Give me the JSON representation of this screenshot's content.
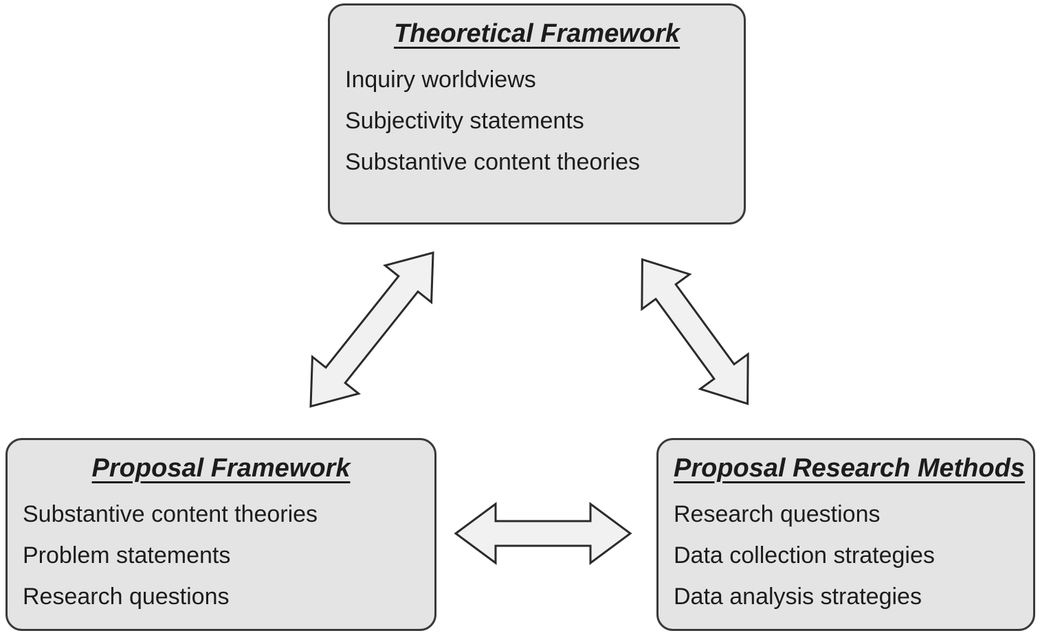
{
  "diagram": {
    "boxes": {
      "theoretical": {
        "title": "Theoretical Framework",
        "items": [
          "Inquiry worldviews",
          "Subjectivity statements",
          "Substantive content theories"
        ]
      },
      "proposal_framework": {
        "title": "Proposal Framework",
        "items": [
          "Substantive content theories",
          "Problem statements",
          "Research questions"
        ]
      },
      "proposal_methods": {
        "title": "Proposal Research Methods",
        "items": [
          "Research questions",
          "Data collection strategies",
          "Data analysis strategies"
        ]
      }
    },
    "connectors": [
      {
        "name": "theoretical-to-proposal-framework",
        "type": "double-headed-arrow",
        "direction": "diagonal"
      },
      {
        "name": "theoretical-to-proposal-methods",
        "type": "double-headed-arrow",
        "direction": "diagonal"
      },
      {
        "name": "proposal-framework-to-proposal-methods",
        "type": "double-headed-arrow",
        "direction": "horizontal"
      }
    ],
    "colors": {
      "box_fill": "#e4e4e4",
      "box_border": "#3a3a3a",
      "arrow_fill": "#f1f1f1",
      "arrow_stroke": "#2b2b2b",
      "text": "#1c1c1c",
      "background": "#ffffff"
    }
  }
}
